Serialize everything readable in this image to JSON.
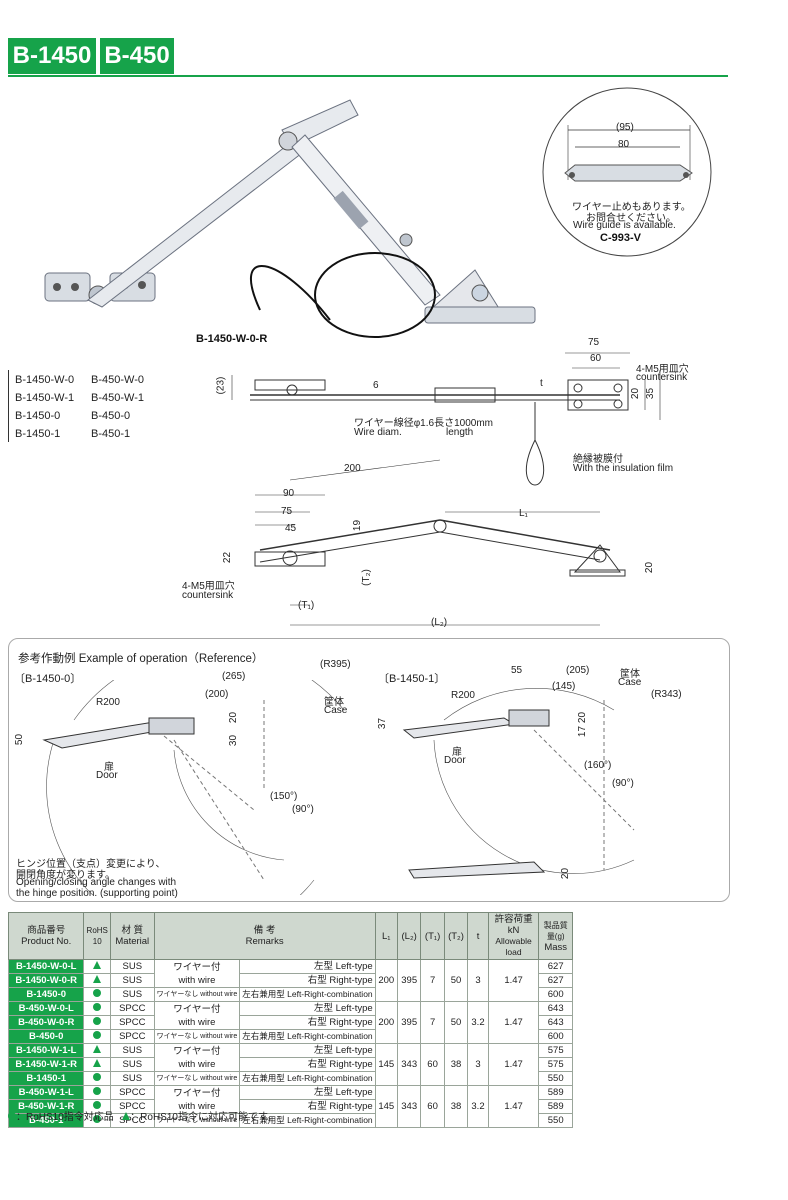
{
  "header": {
    "tag1": "B-1450",
    "tag2": "B-450"
  },
  "photo": {
    "label": "B-1450-W-0-R",
    "inset_dim_outer": "(95)",
    "inset_dim_inner": "80",
    "inset_note_jp": "ワイヤー止めもあります。",
    "inset_note_jp2": "お問合せください。",
    "inset_note_en": "Wire guide is available.",
    "inset_code": "C-993-V"
  },
  "models": [
    "B-1450-W-0",
    "B-450-W-0",
    "B-1450-W-1",
    "B-450-W-1",
    "B-1450-0",
    "B-450-0",
    "B-1450-1",
    "B-450-1"
  ],
  "drawing": {
    "dim_75": "75",
    "dim_60": "60",
    "dim_23": "(23)",
    "dim_6": "6",
    "dim_t": "t",
    "dim_20": "20",
    "dim_35": "35",
    "countersink_jp": "4-M5用皿穴",
    "countersink_en": "countersink",
    "wire_jp": "ワイヤー線径φ1.6長さ1000mm",
    "wire_en": "Wire diam.",
    "wire_len": "length",
    "film_jp": "絶縁被膜付",
    "film_en": "With the insulation film",
    "dim_200": "200",
    "dim_90": "90",
    "dim_75b": "75",
    "dim_45": "45",
    "dim_22": "22",
    "dim_19": "19",
    "dim_L1": "L₁",
    "dim_T2": "(T₂)",
    "dim_T1": "(T₁)",
    "dim_L2": "(L₂)",
    "dim_20b": "20",
    "countersink2_jp": "4-M5用皿穴",
    "countersink2_en": "countersink"
  },
  "operation": {
    "title": "参考作動例 Example of operation（Reference）",
    "left_label": "〔B-1450-0〕",
    "right_label": "〔B-1450-1〕",
    "l_r395": "(R395)",
    "l_265": "(265)",
    "l_r200": "R200",
    "l_200": "(200)",
    "l_20": "20",
    "l_30": "30",
    "l_50": "50",
    "l_case_jp": "筐体",
    "l_case_en": "Case",
    "l_door_jp": "扉",
    "l_door_en": "Door",
    "l_150": "(150°)",
    "l_90": "(90°)",
    "r_55": "55",
    "r_205": "(205)",
    "r_145": "(145)",
    "r_r200": "R200",
    "r_r343": "(R343)",
    "r_37": "37",
    "r_20": "20",
    "r_17": "17",
    "r_case_jp": "筐体",
    "r_case_en": "Case",
    "r_door_jp": "扉",
    "r_door_en": "Door",
    "r_160": "(160°)",
    "r_90": "(90°)",
    "r_20b": "20",
    "note_jp1": "ヒンジ位置（支点）変更により、",
    "note_jp2": "開閉角度が変ります。",
    "note_en1": "Opening/closing angle changes with",
    "note_en2": "the hinge position. (supporting point)"
  },
  "table": {
    "headers": {
      "product_jp": "商品番号",
      "product_en": "Product No.",
      "rohs": "RoHS 10",
      "material_jp": "材 質",
      "material_en": "Material",
      "remarks_jp": "備 考",
      "remarks_en": "Remarks",
      "l1": "L₁",
      "l2": "(L₂)",
      "t1": "(T₁)",
      "t2": "(T₂)",
      "t": "t",
      "load_jp": "許容荷重kN",
      "load_en": "Allowable load",
      "mass_jp": "製品質量(g)",
      "mass_en": "Mass"
    },
    "groups": [
      {
        "l1": "200",
        "l2": "395",
        "t1": "7",
        "t2": "50",
        "t": "3",
        "load": "1.47",
        "wire_jp": "ワイヤー付",
        "wire_en": "with wire",
        "rows": [
          {
            "pn": "B-1450-W-0-L",
            "rohs": "tri",
            "material": "SUS",
            "remark": "左型 Left-type",
            "mass": "627"
          },
          {
            "pn": "B-1450-W-0-R",
            "rohs": "tri",
            "material": "SUS",
            "remark": "右型 Right-type",
            "mass": "627"
          },
          {
            "pn": "B-1450-0",
            "rohs": "dot",
            "material": "SUS",
            "remark_small": "ワイヤーなし without wire",
            "remark": "左右兼用型 Left-Right-combination",
            "mass": "600"
          }
        ]
      },
      {
        "l1": "200",
        "l2": "395",
        "t1": "7",
        "t2": "50",
        "t": "3.2",
        "load": "1.47",
        "wire_jp": "ワイヤー付",
        "wire_en": "with wire",
        "rows": [
          {
            "pn": "B-450-W-0-L",
            "rohs": "dot",
            "material": "SPCC",
            "remark": "左型 Left-type",
            "mass": "643"
          },
          {
            "pn": "B-450-W-0-R",
            "rohs": "dot",
            "material": "SPCC",
            "remark": "右型 Right-type",
            "mass": "643"
          },
          {
            "pn": "B-450-0",
            "rohs": "dot",
            "material": "SPCC",
            "remark_small": "ワイヤーなし without wire",
            "remark": "左右兼用型 Left-Right-combination",
            "mass": "600"
          }
        ]
      },
      {
        "l1": "145",
        "l2": "343",
        "t1": "60",
        "t2": "38",
        "t": "3",
        "load": "1.47",
        "wire_jp": "ワイヤー付",
        "wire_en": "with wire",
        "rows": [
          {
            "pn": "B-1450-W-1-L",
            "rohs": "tri",
            "material": "SUS",
            "remark": "左型 Left-type",
            "mass": "575"
          },
          {
            "pn": "B-1450-W-1-R",
            "rohs": "tri",
            "material": "SUS",
            "remark": "右型 Right-type",
            "mass": "575"
          },
          {
            "pn": "B-1450-1",
            "rohs": "dot",
            "material": "SUS",
            "remark_small": "ワイヤーなし without wire",
            "remark": "左右兼用型 Left-Right-combination",
            "mass": "550"
          }
        ]
      },
      {
        "l1": "145",
        "l2": "343",
        "t1": "60",
        "t2": "38",
        "t": "3.2",
        "load": "1.47",
        "wire_jp": "ワイヤー付",
        "wire_en": "with wire",
        "rows": [
          {
            "pn": "B-450-W-1-L",
            "rohs": "dot",
            "material": "SPCC",
            "remark": "左型 Left-type",
            "mass": "589"
          },
          {
            "pn": "B-450-W-1-R",
            "rohs": "dot",
            "material": "SPCC",
            "remark": "右型 Right-type",
            "mass": "589"
          },
          {
            "pn": "B-450-1",
            "rohs": "dot",
            "material": "SPCC",
            "remark_small": "ワイヤーなし without wire",
            "remark": "左右兼用型 Left-Right-combination",
            "mass": "550"
          }
        ]
      }
    ]
  },
  "legend": {
    "dot_text": "：RoHS10指令対応品",
    "tri_text": "：RoHS10指令に対応可能です。"
  }
}
